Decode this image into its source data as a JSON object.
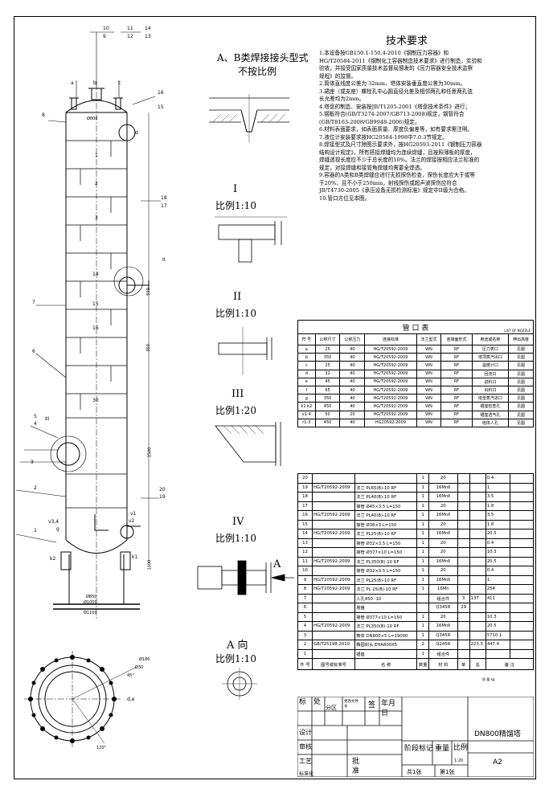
{
  "drawing_frame": {
    "background": "#ffffff",
    "line_color": "#000000"
  },
  "weld_section": {
    "title": "A、B类焊接接头型式",
    "scale": "不按比例"
  },
  "requirements": {
    "title": "技术要求",
    "items": [
      "1.本设备按GB150.1-150.4-2010《钢制压力容器》和",
      "HG/T20584-2011《钢制化工容器制造技术要求》进行制造，实验和",
      "验收，并接受国家质量技术监督局颁发的《压力容器安全技术监察",
      "规程》的监督。",
      "2.筒体直线度公差为 32mm，塔体安装垂直度公差为30mm。",
      "3.裙座（或支座）螺栓孔中心圆直径允差及相邻两孔和任意两孔弦",
      "长允差均为2mm。",
      "4.塔盘的制造、安装按JB/T1205-2001《塔盘技术条件》进行；",
      "5.钢板符合(GB/T3274-2007/GB713-2008)规定，钢管符合",
      "(GB/T8163-2008/GB9948-2006)规定。",
      "6.材料表面要求，如表面质量、厚度负偏差等，如有要求需注明。",
      "7.液位计安装要求按HG20584-1998中7.0.3节规定。",
      "8.焊接型式及尺寸除图示要求外，按HG20593-2011《钢制压力容器",
      "结构设计规定》，所有搭接焊缝均为连续焊缝，且按照薄板的厚度，",
      "焊缝透视长度应不少于总长度的10%。法兰的焊接按相应法兰标准的",
      "规定，对接焊缝和接管角焊缝均需要全焊透。",
      "9.容器的A类和B类焊缝应进行无损探伤检查，探伤长度应大于或等",
      "于20%，且不小于250mm，射线探伤或超声波探伤应符合",
      "JB/T4730-2005《承压设备无损检测标准》规定中II级为合格。",
      "10.管口方位见本图。"
    ]
  },
  "details": [
    {
      "title": "I",
      "scale": "比例1:10"
    },
    {
      "title": "II",
      "scale": "比例1:10"
    },
    {
      "title": "III",
      "scale": "比例1:20"
    },
    {
      "title": "IV",
      "scale": "比例1:10"
    },
    {
      "title": "A 向",
      "scale": "比例1:10"
    }
  ],
  "view_arrow": {
    "label": "A"
  },
  "tower_labels": {
    "part_numbers": [
      "10",
      "9",
      "11",
      "12",
      "14",
      "13",
      "16",
      "15",
      "8",
      "18",
      "17",
      "7",
      "6",
      "5",
      "4",
      "3",
      "2",
      "20",
      "19",
      "1"
    ],
    "nozzles": [
      "a",
      "b",
      "c",
      "d",
      "g",
      "v3,4",
      "v1",
      "v2",
      "k2",
      "k1",
      "d,e"
    ],
    "tray_numbers": [
      "1",
      "2",
      "3",
      "14",
      "15",
      "16",
      "30"
    ],
    "callouts": [
      "III",
      "II"
    ],
    "dims": [
      "Ø800",
      "Ø850",
      "Ø1000",
      "Ø1100",
      "1500",
      "1090",
      "350",
      "500",
      "Ø180",
      "Ø30",
      "120°",
      "45°"
    ]
  },
  "nozzle_table": {
    "title": "管       口       表",
    "title_en": "LIST OF NOZZLE",
    "headers": [
      "符 号",
      "公称尺寸",
      "公称压力",
      "连接标准",
      "法兰型式",
      "连接面形式",
      "用途或名称",
      "伸出高度"
    ],
    "rows": [
      [
        "a",
        "25",
        "40",
        "HG/T20592-2009",
        "WN",
        "RF",
        "压力表口",
        "见图"
      ],
      [
        "b",
        "350",
        "40",
        "HG/T20592-2009",
        "WN",
        "RF",
        "塔顶蒸汽出口",
        "见图"
      ],
      [
        "c",
        "25",
        "40",
        "HG/T20592-2009",
        "WN",
        "RF",
        "温度计口",
        "见图"
      ],
      [
        "d",
        "32",
        "40",
        "HG/T20592-2009",
        "WN",
        "RF",
        "回流口",
        "见图"
      ],
      [
        "e",
        "45",
        "40",
        "HG/T20592-2009",
        "WN",
        "RF",
        "进料口",
        "见图"
      ],
      [
        "f",
        "65",
        "40",
        "HG/T20592-2009",
        "WN",
        "RF",
        "出料口",
        "见图"
      ],
      [
        "g",
        "350",
        "40",
        "HG/T20592-2009",
        "WN",
        "RF",
        "塔釜蒸汽进口",
        "见图"
      ],
      [
        "k1 k2",
        "450",
        "40",
        "HG/T20592-2009",
        "WN",
        "RF",
        "裙座检查孔",
        "见图"
      ],
      [
        "v1-4",
        "50",
        "20",
        "HG/T20592-2009",
        "WN",
        "RF",
        "裙座透气孔",
        "见图"
      ],
      [
        "r1-3",
        "450",
        "40",
        "HG20592-2009",
        "WN",
        "RF",
        "塔体人孔",
        "见图"
      ]
    ]
  },
  "bom": {
    "rows": [
      [
        "20",
        "",
        "",
        "1",
        "20",
        "",
        "",
        "0.4",
        ""
      ],
      [
        "19",
        "HG/T20592-2009",
        "法兰 PL65(B)-10 RF",
        "1",
        "16MnⅡ",
        "",
        "",
        "1",
        ""
      ],
      [
        "18",
        "",
        "法兰 PL40(B)-10 RF",
        "1",
        "16MnⅡ",
        "",
        "",
        "3.5",
        ""
      ],
      [
        "17",
        "",
        "接管 Ø45×3.5 L=150",
        "1",
        "20",
        "",
        "",
        "1.8",
        ""
      ],
      [
        "16",
        "HG/T20592-2009",
        "法兰 PL40(B)-10 RF",
        "1",
        "16MnⅡ",
        "",
        "",
        "3.5",
        ""
      ],
      [
        "15",
        "",
        "接管 Ø38×3  L=150",
        "1",
        "20",
        "",
        "",
        "1.8",
        ""
      ],
      [
        "14",
        "HG/T20592-2009",
        "法兰 PL25(B)-10 RF",
        "1",
        "16MnⅡ",
        "",
        "",
        "20.5",
        ""
      ],
      [
        "13",
        "",
        "接管 Ø32×3.5 L=150",
        "1",
        "20",
        "",
        "",
        "0.4",
        ""
      ],
      [
        "12",
        "",
        "接管 Ø377×10 L=150",
        "1",
        "20",
        "",
        "",
        "10.3",
        ""
      ],
      [
        "11",
        "HG/T20592-2009",
        "法兰 PL350(B)-10 RF",
        "1",
        "16MnⅡ",
        "",
        "",
        "20.5",
        ""
      ],
      [
        "10",
        "",
        "接管 Ø32×3.5 L=150",
        "1",
        "20",
        "",
        "",
        "0.4",
        ""
      ],
      [
        "9",
        "HG/T20592-2009",
        "法兰 PL25(B)-10 RF",
        "1",
        "16MnⅡ",
        "",
        "",
        "1",
        ""
      ],
      [
        "8",
        "HG/T20592-2009",
        "法兰 PL 25(B)-10 RF",
        "1",
        "16Mn",
        "",
        "",
        "254",
        ""
      ],
      [
        "7",
        "",
        "人孔450 -10",
        "",
        "组合件",
        "3",
        "137",
        "411",
        ""
      ],
      [
        "6",
        "",
        "塔盘",
        "",
        "Q345R",
        "29",
        "",
        "",
        ""
      ],
      [
        "5",
        "",
        "接管 Ø377×10 L=150",
        "1",
        "20",
        "",
        "",
        "10.3",
        ""
      ],
      [
        "4",
        "HG/T20592-2009",
        "法兰 PL350(B)-10 RF",
        "1",
        "16MnⅡ",
        "",
        "",
        "20.5",
        ""
      ],
      [
        "3",
        "",
        "筒体 DN800×5 L=19000",
        "1",
        "Q345R",
        "",
        "",
        "5710.1",
        ""
      ],
      [
        "2",
        "GB/T25198-2010",
        "椭圆封头 EHA800X5",
        "2",
        "Q245R",
        "",
        "223.3",
        "447.4",
        ""
      ],
      [
        "1",
        "",
        "裙座",
        "1",
        "组合件",
        "",
        "",
        "",
        ""
      ]
    ],
    "footer": [
      "件 号",
      "图号或标准号",
      "名    称",
      "数量",
      "材   料",
      "单",
      "总",
      "备  注"
    ],
    "footer_weight": "质 量 kg"
  },
  "title_block": {
    "project": "DN800精馏塔",
    "sheet_size": "A2",
    "scale": "1:20",
    "sheets": "共1张",
    "sheet_no": "第1张",
    "labels": [
      "标",
      "处",
      "分区",
      "更改文件号",
      "签",
      "年月日",
      "阶段标记",
      "重量",
      "比例",
      "设计",
      "审核",
      "工艺",
      "批准",
      "标准化"
    ]
  }
}
